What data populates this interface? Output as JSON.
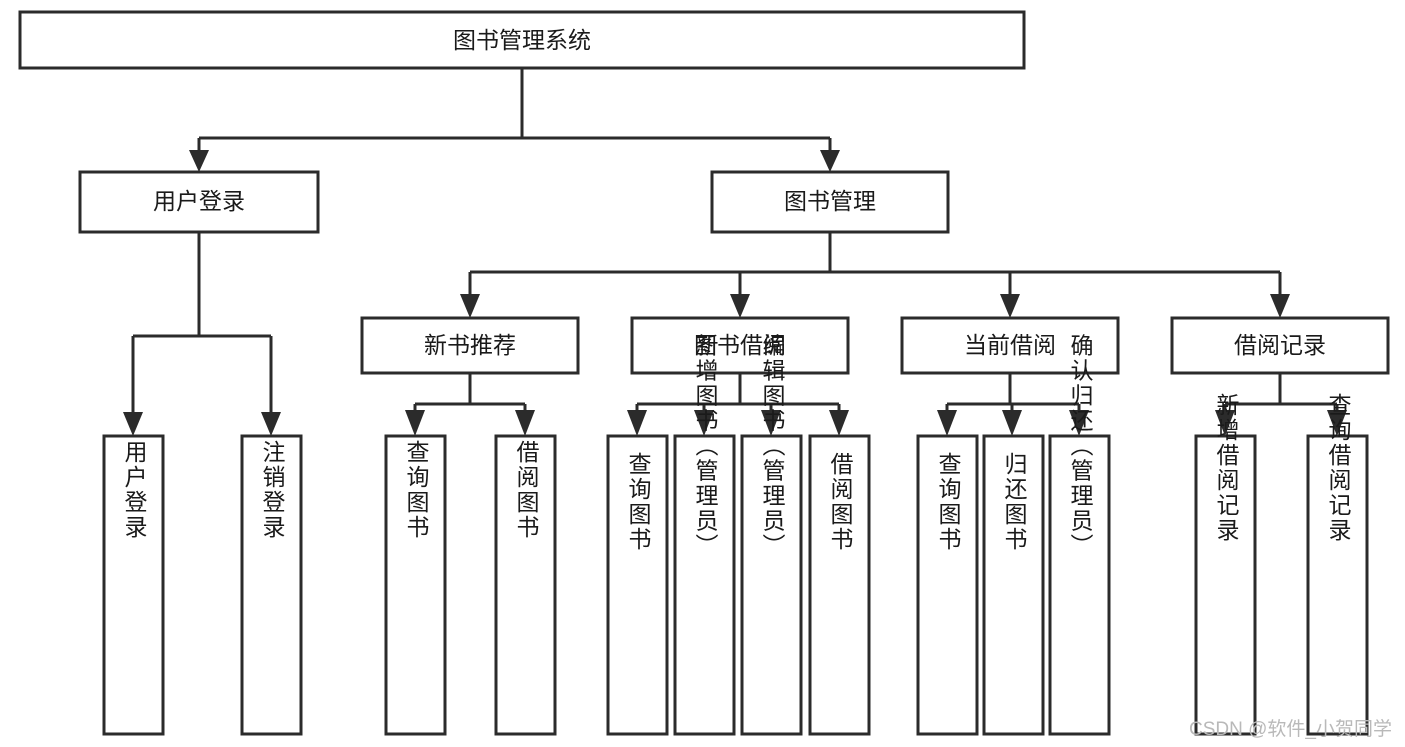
{
  "diagram": {
    "title": "图书管理系统",
    "type": "tree-hierarchy-chart",
    "root": {
      "id": "root",
      "label": "图书管理系统"
    },
    "level2": [
      {
        "id": "user-login",
        "label": "用户登录"
      },
      {
        "id": "book-manage",
        "label": "图书管理"
      }
    ],
    "level3": [
      {
        "id": "new-book-recommend",
        "label": "新书推荐"
      },
      {
        "id": "book-borrow",
        "label": "图书借阅"
      },
      {
        "id": "current-borrow",
        "label": "当前借阅"
      },
      {
        "id": "borrow-record",
        "label": "借阅记录"
      }
    ],
    "leaves": {
      "user_login": [
        {
          "id": "leaf-user-login",
          "label": "用户登录"
        },
        {
          "id": "leaf-logout-login",
          "label": "注销登录"
        }
      ],
      "new_book_recommend": [
        {
          "id": "leaf-query-book-1",
          "label": "查询图书"
        },
        {
          "id": "leaf-borrow-book-1",
          "label": "借阅图书"
        }
      ],
      "book_borrow": [
        {
          "id": "leaf-query-book-2",
          "label": "查询图书"
        },
        {
          "id": "leaf-add-book",
          "label": "新增图书（管理员）"
        },
        {
          "id": "leaf-edit-book",
          "label": "编辑图书（管理员）"
        },
        {
          "id": "leaf-borrow-book-2",
          "label": "借阅图书"
        }
      ],
      "current_borrow": [
        {
          "id": "leaf-query-book-3",
          "label": "查询图书"
        },
        {
          "id": "leaf-return-book",
          "label": "归还图书"
        },
        {
          "id": "leaf-confirm-return",
          "label": "确认归还（管理员）"
        }
      ],
      "borrow_record": [
        {
          "id": "leaf-add-record",
          "label": "新增借阅记录"
        },
        {
          "id": "leaf-query-record",
          "label": "查询借阅记录"
        }
      ]
    }
  },
  "watermark": {
    "text": "CSDN @软件_小贺同学"
  },
  "colors": {
    "stroke": "#2b2b2b",
    "fill": "#ffffff",
    "text": "#1a1a1a",
    "watermark": "#b9b9b9",
    "background": "#ffffff"
  }
}
